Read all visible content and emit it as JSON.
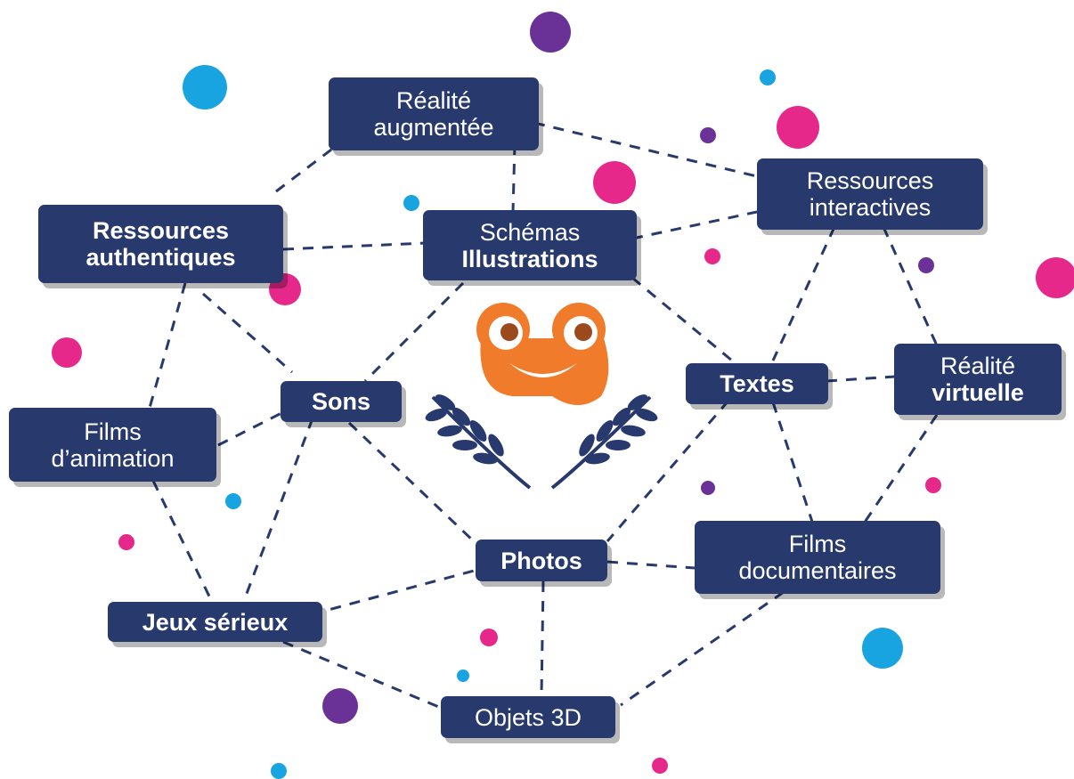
{
  "nodes": {
    "ra": {
      "l1": "Réalité",
      "l2": "augmentée"
    },
    "ri": {
      "l1": "Ressources",
      "l2": "interactives"
    },
    "rauth": {
      "l1": "Ressources",
      "l2": "authentiques"
    },
    "schemas": {
      "l1": "Schémas",
      "l2": "Illustrations"
    },
    "sons": {
      "l1": "Sons"
    },
    "textes": {
      "l1": "Textes"
    },
    "rv": {
      "l1": "Réalité",
      "l2": "virtuelle"
    },
    "fa": {
      "l1": "Films",
      "l2": "d’animation"
    },
    "photos": {
      "l1": "Photos"
    },
    "fd": {
      "l1": "Films",
      "l2": "documentaires"
    },
    "jeux": {
      "l1": "Jeux sérieux"
    },
    "obj3d": {
      "l1": "Objets 3D"
    }
  },
  "colors": {
    "node_fill": "#283a6d",
    "edge": "#283a6d",
    "dot_blue": "#18a4e0",
    "dot_magenta": "#e6288a",
    "dot_purple": "#6a3297",
    "mascot_orange": "#f07b2a",
    "mascot_eye": "#9a4a1c",
    "laurel": "#283a6d"
  },
  "icons": [
    "frog-mascot-icon",
    "laurel-wreath-icon"
  ]
}
